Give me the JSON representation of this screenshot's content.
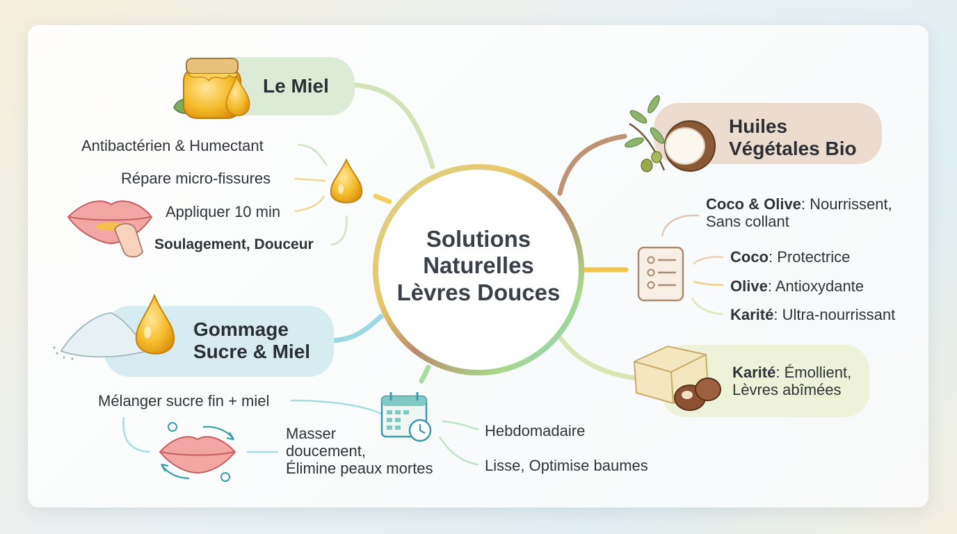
{
  "center": {
    "line1": "Solutions",
    "line2": "Naturelles",
    "line3": "Lèvres Douces"
  },
  "miel": {
    "title": "Le Miel",
    "items": [
      "Antibactérien & Humectant",
      "Répare micro-fissures",
      "Appliquer 10 min",
      "Soulagement, Douceur"
    ]
  },
  "huiles": {
    "title_line1": "Huiles",
    "title_line2": "Végétales Bio",
    "items": [
      {
        "bold": "Coco & Olive",
        "rest": ": Nourrissent,",
        "line2": "Sans collant"
      },
      {
        "bold": "Coco",
        "rest": ": Protectrice"
      },
      {
        "bold": "Olive",
        "rest": ": Antioxydante"
      },
      {
        "bold": "Karité",
        "rest": ": Ultra-nourrissant"
      }
    ]
  },
  "karite": {
    "bold": "Karité",
    "rest": ": Émollient,",
    "line2": "Lèvres abîmées"
  },
  "gommage": {
    "title_line1": "Gommage",
    "title_line2": "Sucre & Miel",
    "mix": "Mélanger sucre fin + miel",
    "massage": [
      "Masser",
      "doucement,",
      "Élimine peaux mortes"
    ],
    "freq": "Hebdomadaire",
    "result": "Lisse, Optimise baumes"
  },
  "colors": {
    "miel_pill": "#dcebd6",
    "huiles_pill": "#ecdccf",
    "gommage_pill": "#d6ecf0",
    "karite_pill": "#edf2d8",
    "honey": "#f2b21e",
    "connector_green": "#c9dfb0",
    "connector_brown": "#b98a6a",
    "connector_teal": "#8fd4e0"
  }
}
